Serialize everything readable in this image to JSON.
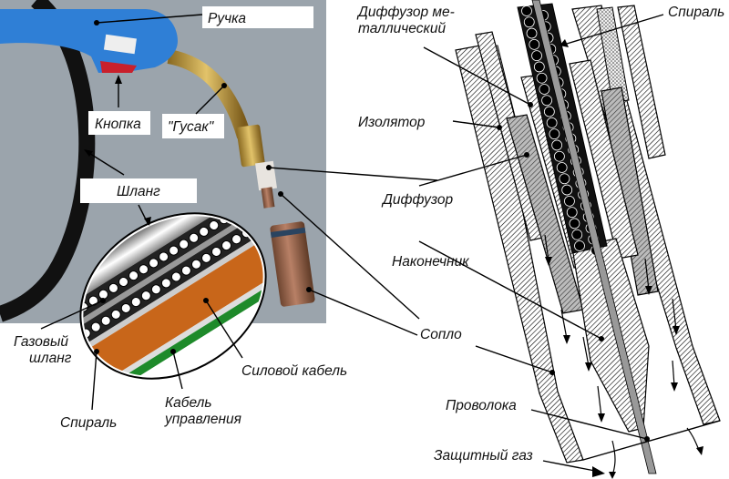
{
  "photo": {
    "labels": {
      "handle": "Ручка",
      "button": "Кнопка",
      "gooseneck": "\"Гусак\"",
      "hose": "Шланг",
      "gas_hose_line1": "Газовый",
      "gas_hose_line2": "шланг",
      "spiral": "Спираль",
      "power_cable": "Силовой кабель",
      "control_cable_line1": "Кабель",
      "control_cable_line2": "управления"
    },
    "colors": {
      "background": "#9aa3ab",
      "handle_blue": "#2f7fd6",
      "trigger_red": "#c8202c",
      "brass": "#b8923a",
      "copper": "#a0684a",
      "cable_orange": "#c8661a",
      "cable_green": "#1e8a2a"
    }
  },
  "section": {
    "labels": {
      "metal_diffuser_line1": "Диффузор ме-",
      "metal_diffuser_line2": "таллический",
      "spiral": "Спираль",
      "insulator": "Изолятор",
      "diffuser": "Диффузор",
      "contact_tip": "Наконечник",
      "nozzle": "Сопло",
      "wire": "Проволока",
      "shielding_gas": "Защитный газ"
    }
  }
}
